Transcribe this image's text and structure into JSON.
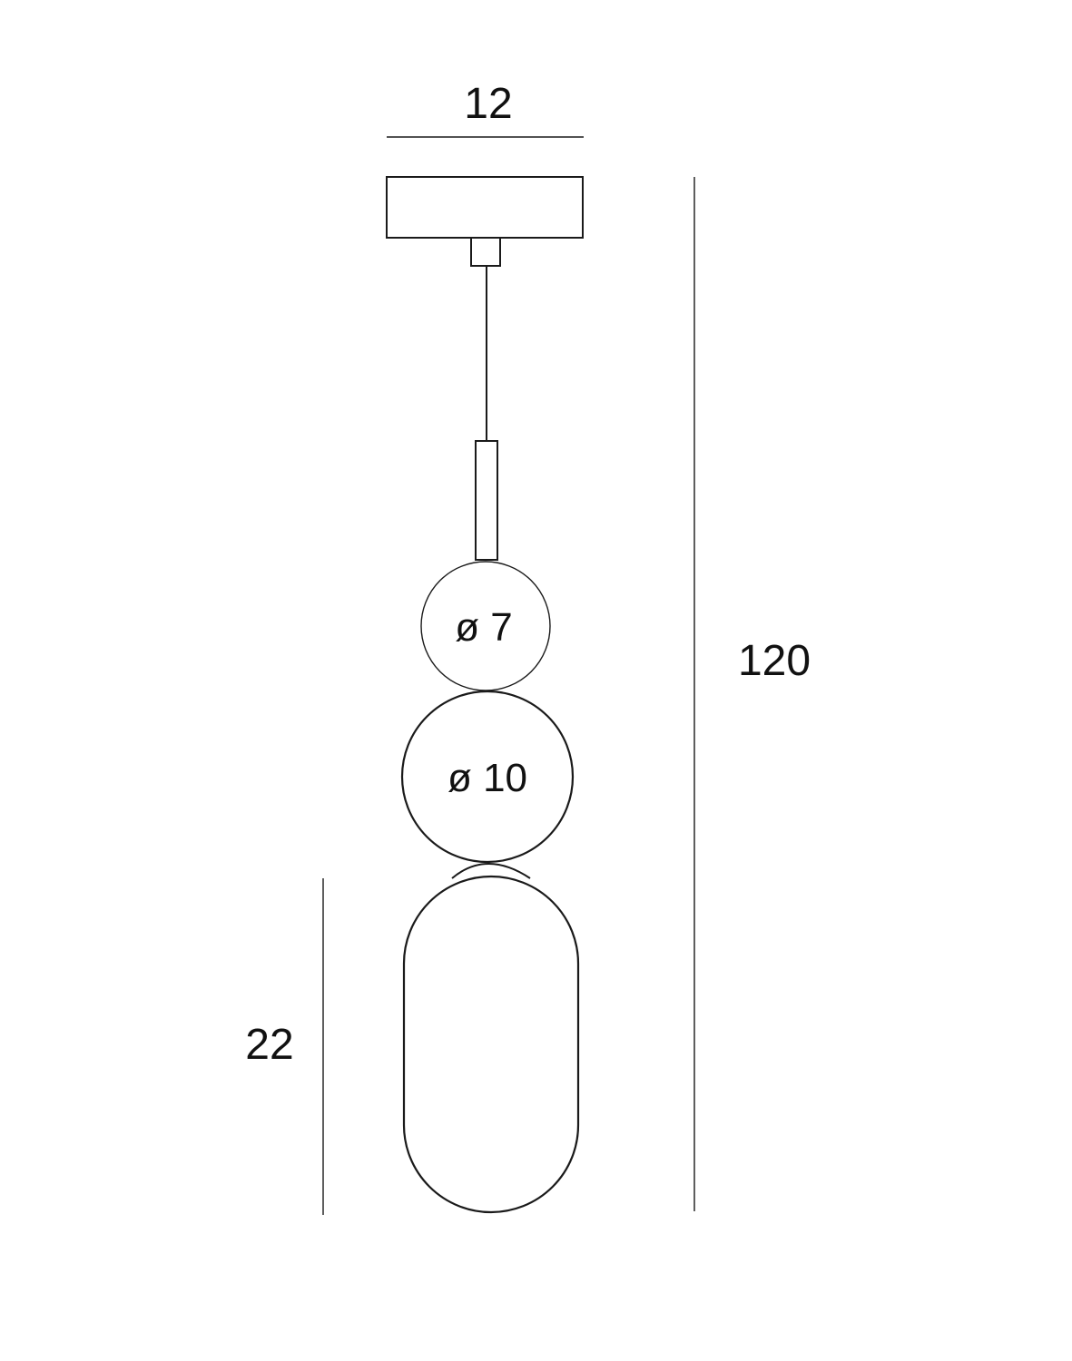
{
  "dimensions": {
    "top_width": "12",
    "total_height": "120",
    "small_sphere": "ø 7",
    "large_sphere": "ø 10",
    "shade_height": "22"
  },
  "colors": {
    "line": "#1a1a1a",
    "text": "#111111",
    "background": "#ffffff"
  }
}
